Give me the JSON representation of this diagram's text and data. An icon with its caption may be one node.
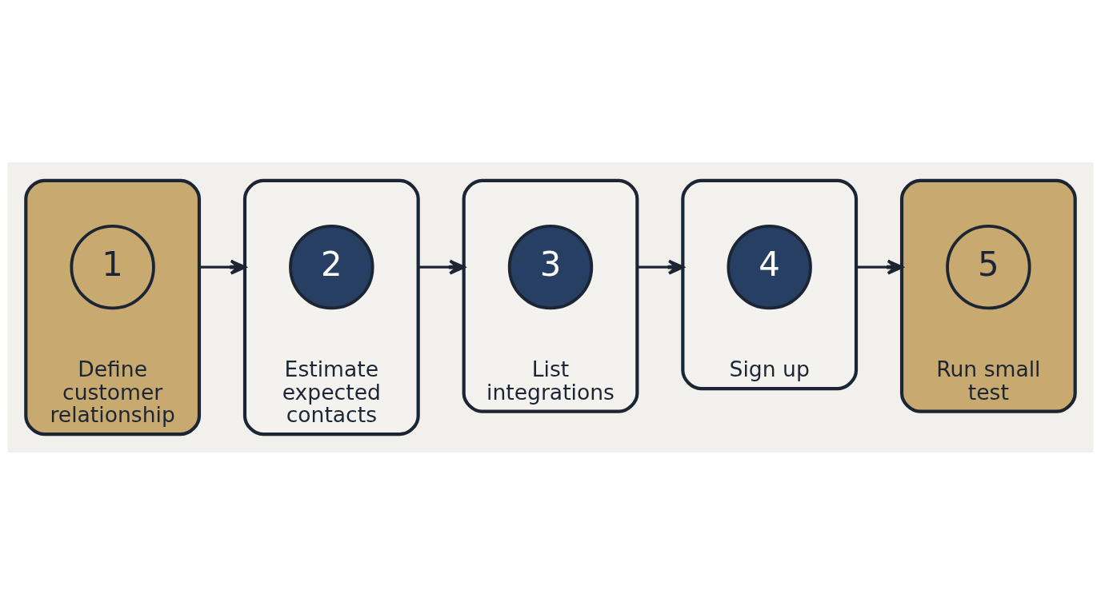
{
  "diagram": {
    "nodes": [
      {
        "text": [
          "Define customer relationship"
        ]
      },
      {
        "text": [
          "1"
        ],
        "in": 0
      },
      {
        "text": [
          "Estimate expected contacts"
        ]
      },
      {
        "text": [
          "2"
        ],
        "in": 2
      },
      {
        "text": [
          "List integrations"
        ]
      },
      {
        "text": [
          "3"
        ],
        "in": 4
      },
      {
        "text": [
          "Sign up"
        ]
      },
      {
        "text": [
          "4"
        ],
        "in": 6
      },
      {
        "text": [
          "Run small test"
        ]
      },
      {
        "text": [
          "5"
        ],
        "in": 8
      }
    ],
    "edges": [
      {
        "from": 0,
        "to": 2,
        "arrow": "to"
      },
      {
        "from": 2,
        "to": 4,
        "arrow": "to"
      },
      {
        "from": 4,
        "to": 6,
        "arrow": "to"
      },
      {
        "from": 6,
        "to": 8,
        "arrow": "to"
      }
    ]
  }
}
